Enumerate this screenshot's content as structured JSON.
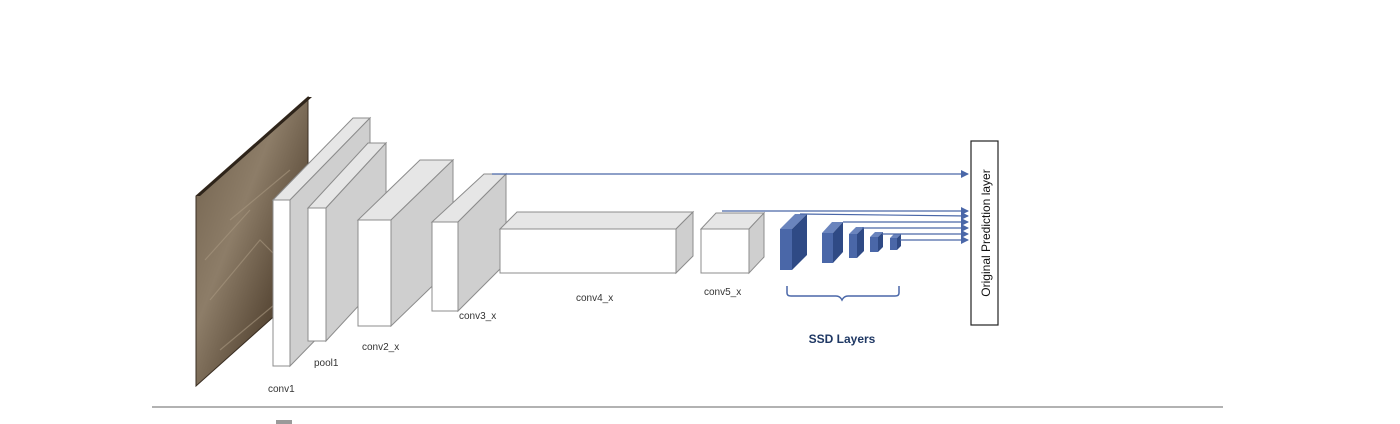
{
  "layers": [
    {
      "id": "input-image",
      "label": ""
    },
    {
      "id": "conv1",
      "label": "conv1"
    },
    {
      "id": "pool1",
      "label": "pool1"
    },
    {
      "id": "conv2",
      "label": "conv2_x"
    },
    {
      "id": "conv3",
      "label": "conv3_x"
    },
    {
      "id": "conv4",
      "label": "conv4_x"
    },
    {
      "id": "conv5",
      "label": "conv5_x"
    }
  ],
  "ssd": {
    "label": "SSD Layers",
    "count": 5
  },
  "prediction": {
    "label": "Original Prediction layer"
  },
  "colors": {
    "box_front": "#ffffff",
    "box_side": "#cfcfcf",
    "box_top": "#e6e6e6",
    "ssd_front": "#4a67a8",
    "ssd_side": "#2f4a85",
    "arrow": "#4a67a8",
    "image_dark": "#4a3a2a",
    "image_light": "#8a7a66"
  }
}
